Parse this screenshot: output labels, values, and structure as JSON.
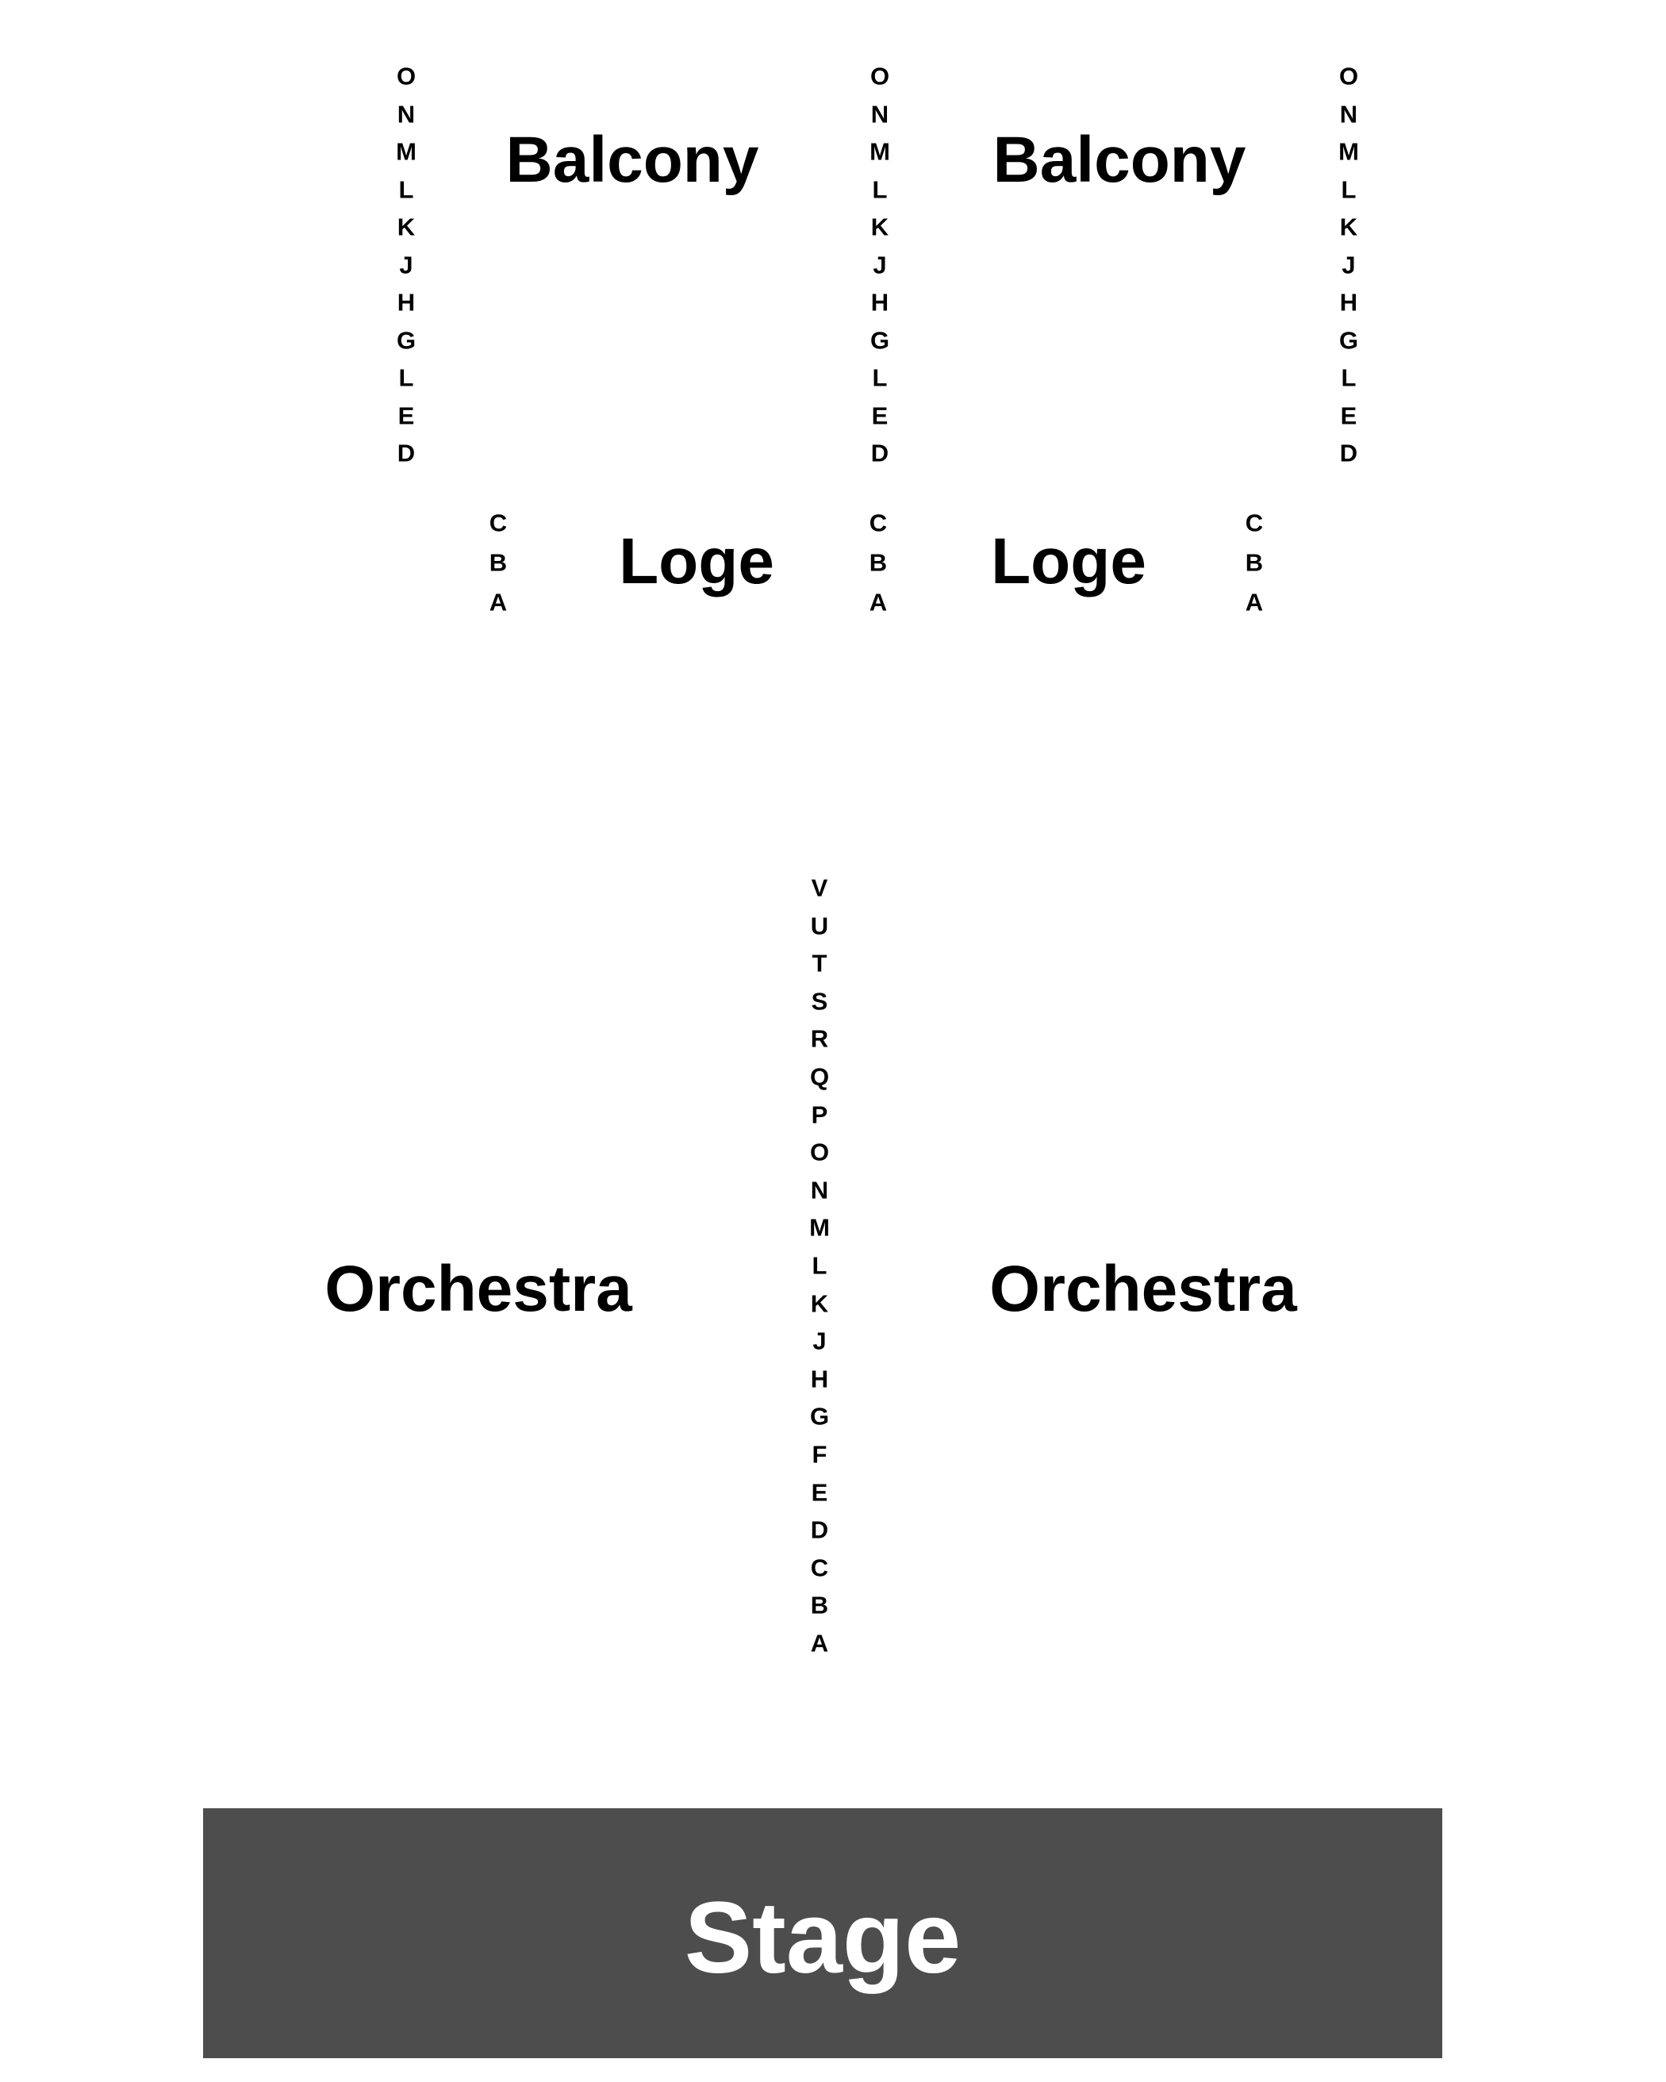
{
  "sections": {
    "balcony_left": "Balcony",
    "balcony_right": "Balcony",
    "loge_left": "Loge",
    "loge_right": "Loge",
    "orchestra_left": "Orchestra",
    "orchestra_right": "Orchestra",
    "stage": "Stage"
  },
  "rows": {
    "balcony": [
      "O",
      "N",
      "M",
      "L",
      "K",
      "J",
      "H",
      "G",
      "L",
      "E",
      "D"
    ],
    "loge": [
      "C",
      "B",
      "A"
    ],
    "orchestra": [
      "V",
      "U",
      "T",
      "S",
      "R",
      "Q",
      "P",
      "O",
      "N",
      "M",
      "L",
      "K",
      "J",
      "H",
      "G",
      "F",
      "E",
      "D",
      "C",
      "B",
      "A"
    ]
  },
  "colors": {
    "stage_fill": "#4d4d4d",
    "stage_text": "#ffffff",
    "text": "#000000",
    "background": "#ffffff"
  }
}
